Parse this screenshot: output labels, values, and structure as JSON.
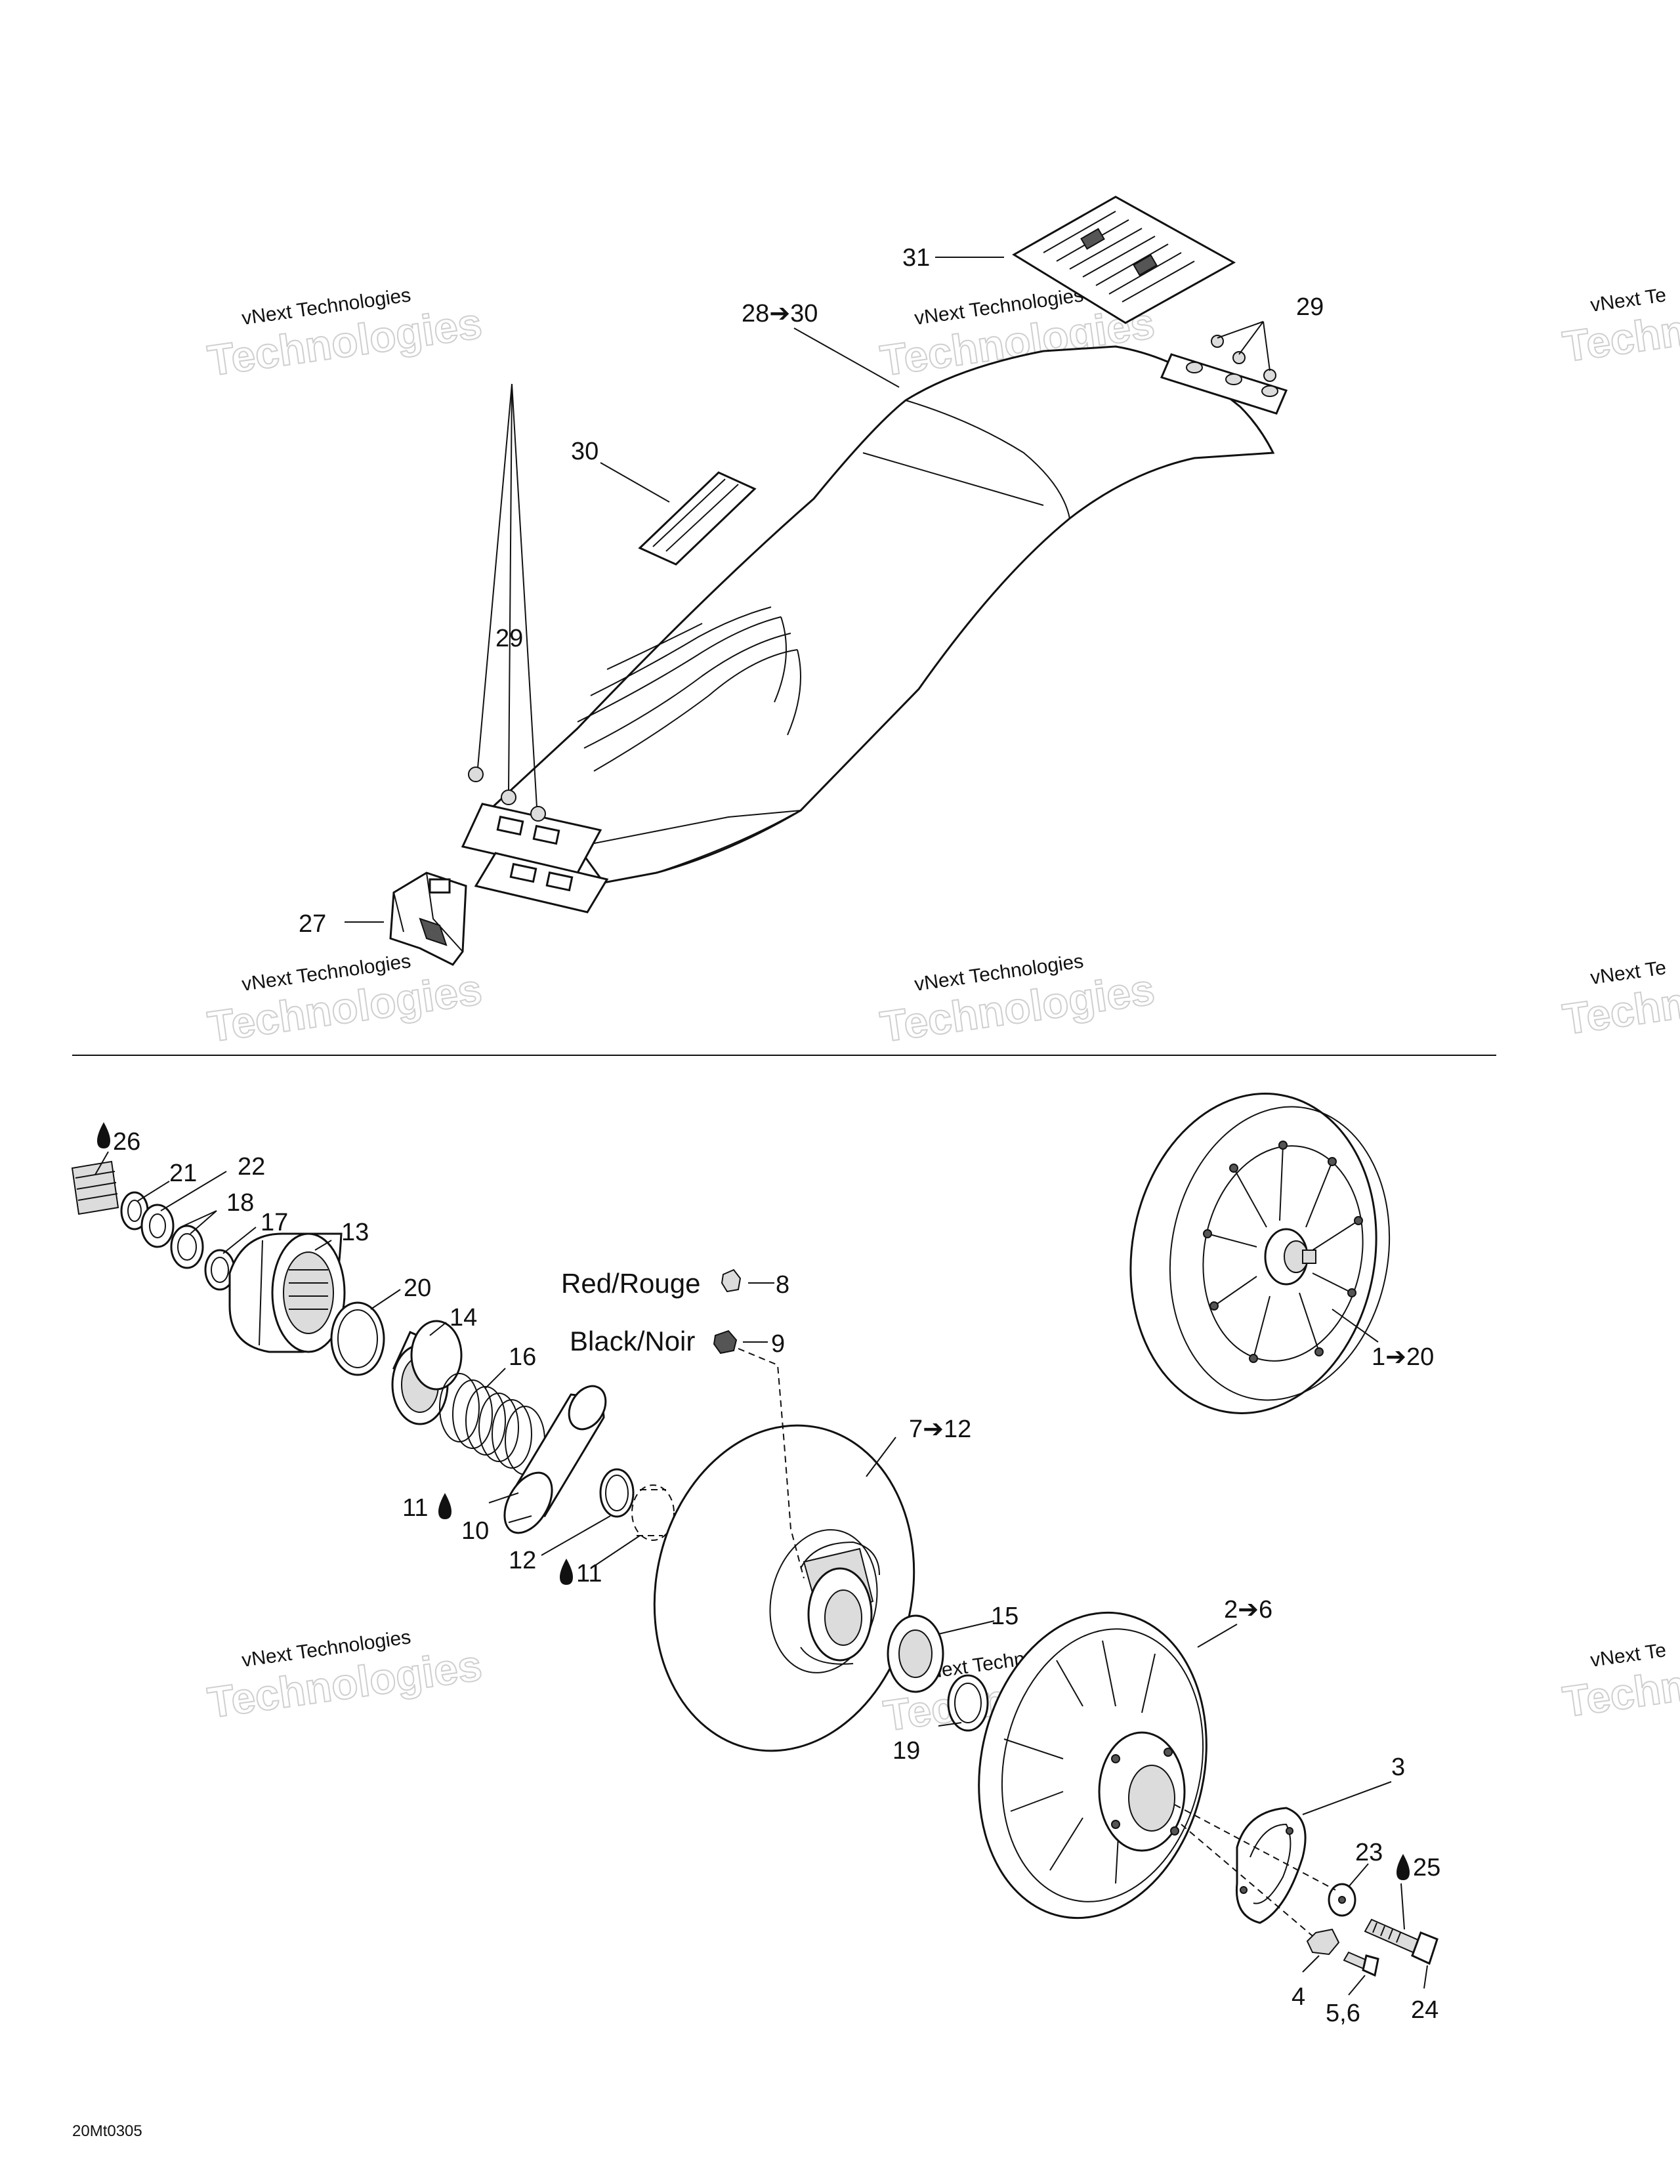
{
  "watermark": {
    "line1": "vNext Technologies",
    "big": "Technologies",
    "partial_line1": "vNext Te",
    "partial_big": "Techno"
  },
  "callouts": {
    "c31": "31",
    "c29a": "29",
    "c28_30": "28➔30",
    "c30": "30",
    "c29b": "29",
    "c27": "27",
    "c26": "26",
    "c21": "21",
    "c22": "22",
    "c18": "18",
    "c17": "17",
    "c13": "13",
    "c20": "20",
    "c14": "14",
    "c16": "16",
    "c11a": "11",
    "c10": "10",
    "c12": "12",
    "c11b": "11",
    "c8": "8",
    "c9": "9",
    "c7_12": "7➔12",
    "c1_20": "1➔20",
    "c15": "15",
    "c19": "19",
    "c2_6": "2➔6",
    "c3": "3",
    "c23": "23",
    "c25": "25",
    "c4": "4",
    "c5_6": "5,6",
    "c24": "24"
  },
  "color_labels": {
    "red": "Red/Rouge",
    "black": "Black/Noir"
  },
  "lube_symbol": "drop-icon",
  "figure_code": "20Mt0305"
}
